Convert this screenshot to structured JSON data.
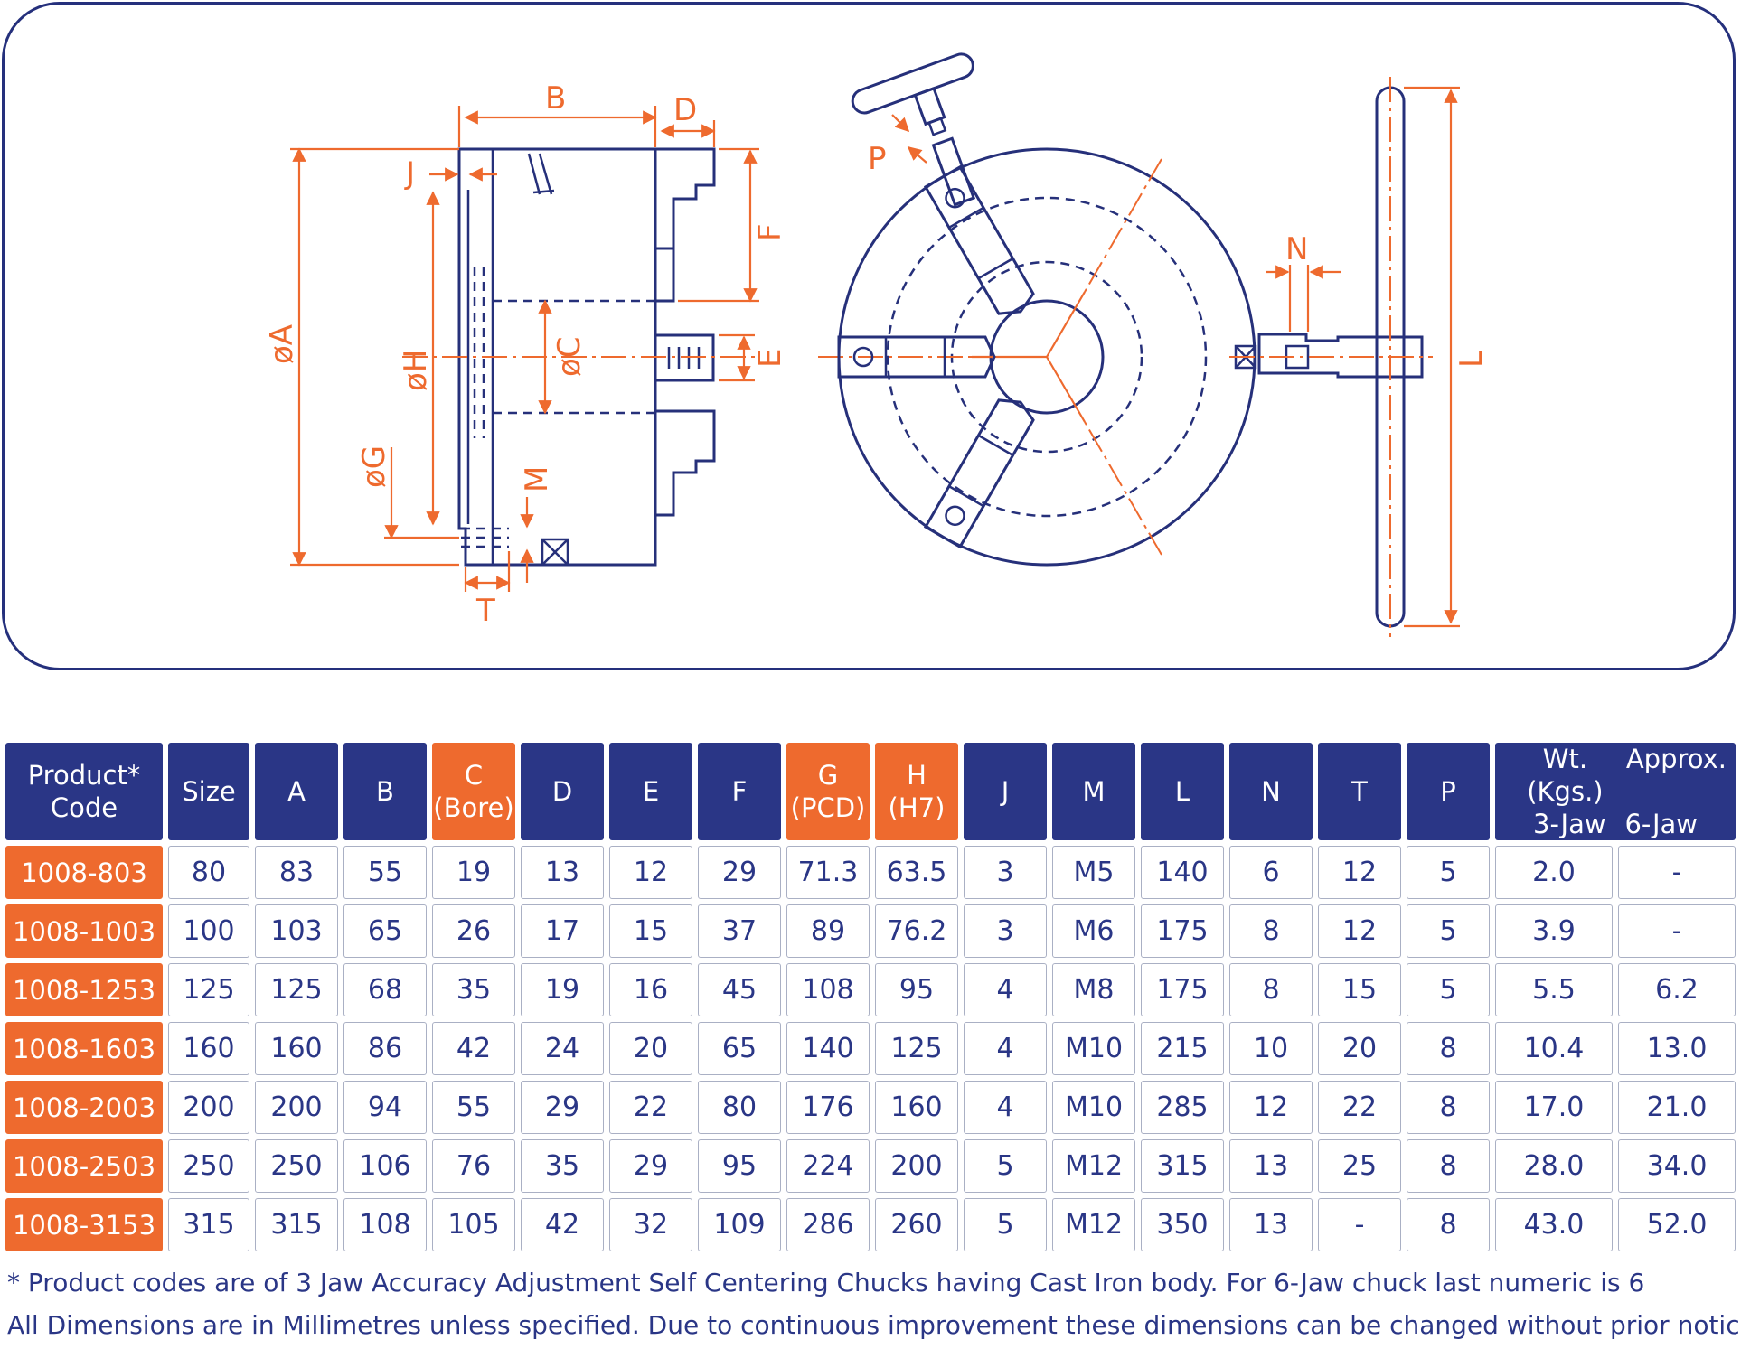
{
  "drawing": {
    "labels": {
      "A": "øA",
      "B": "B",
      "C": "øC",
      "D": "D",
      "E": "E",
      "F": "F",
      "G": "øG",
      "H": "øH",
      "J": "J",
      "M": "M",
      "T": "T",
      "P": "P",
      "N": "N",
      "L": "L"
    }
  },
  "table": {
    "headers": {
      "code": [
        "Product*",
        "Code"
      ],
      "size": "Size",
      "A": "A",
      "B": "B",
      "C": [
        "C",
        "(Bore)"
      ],
      "D": "D",
      "E": "E",
      "F": "F",
      "G": [
        "G",
        "(PCD)"
      ],
      "H": [
        "H",
        "(H7)"
      ],
      "J": "J",
      "M": "M",
      "L": "L",
      "N": "N",
      "T": "T",
      "P": "P",
      "wt": {
        "left": "Wt. (Kgs.)",
        "right": "Approx.",
        "sub_left": "3-Jaw",
        "sub_right": "6-Jaw"
      }
    },
    "columns": [
      "code",
      "size",
      "A",
      "B",
      "C",
      "D",
      "E",
      "F",
      "G",
      "H",
      "J",
      "M",
      "L",
      "N",
      "T",
      "P",
      "w3",
      "w6"
    ],
    "rows": [
      [
        "1008-803",
        "80",
        "83",
        "55",
        "19",
        "13",
        "12",
        "29",
        "71.3",
        "63.5",
        "3",
        "M5",
        "140",
        "6",
        "12",
        "5",
        "2.0",
        "-"
      ],
      [
        "1008-1003",
        "100",
        "103",
        "65",
        "26",
        "17",
        "15",
        "37",
        "89",
        "76.2",
        "3",
        "M6",
        "175",
        "8",
        "12",
        "5",
        "3.9",
        "-"
      ],
      [
        "1008-1253",
        "125",
        "125",
        "68",
        "35",
        "19",
        "16",
        "45",
        "108",
        "95",
        "4",
        "M8",
        "175",
        "8",
        "15",
        "5",
        "5.5",
        "6.2"
      ],
      [
        "1008-1603",
        "160",
        "160",
        "86",
        "42",
        "24",
        "20",
        "65",
        "140",
        "125",
        "4",
        "M10",
        "215",
        "10",
        "20",
        "8",
        "10.4",
        "13.0"
      ],
      [
        "1008-2003",
        "200",
        "200",
        "94",
        "55",
        "29",
        "22",
        "80",
        "176",
        "160",
        "4",
        "M10",
        "285",
        "12",
        "22",
        "8",
        "17.0",
        "21.0"
      ],
      [
        "1008-2503",
        "250",
        "250",
        "106",
        "76",
        "35",
        "29",
        "95",
        "224",
        "200",
        "5",
        "M12",
        "315",
        "13",
        "25",
        "8",
        "28.0",
        "34.0"
      ],
      [
        "1008-3153",
        "315",
        "315",
        "108",
        "105",
        "42",
        "32",
        "109",
        "286",
        "260",
        "5",
        "M12",
        "350",
        "13",
        "-",
        "8",
        "43.0",
        "52.0"
      ]
    ]
  },
  "notes": {
    "line1": "* Product codes are of 3 Jaw Accuracy Adjustment Self Centering Chucks having Cast Iron body. For 6-Jaw chuck last numeric is 6",
    "line2": "All Dimensions are in Millimetres unless specified. Due to continuous improvement these dimensions can be changed without prior notice."
  },
  "colors": {
    "navy": "#2a3686",
    "orange": "#ee6a2e",
    "border": "#25307c"
  }
}
